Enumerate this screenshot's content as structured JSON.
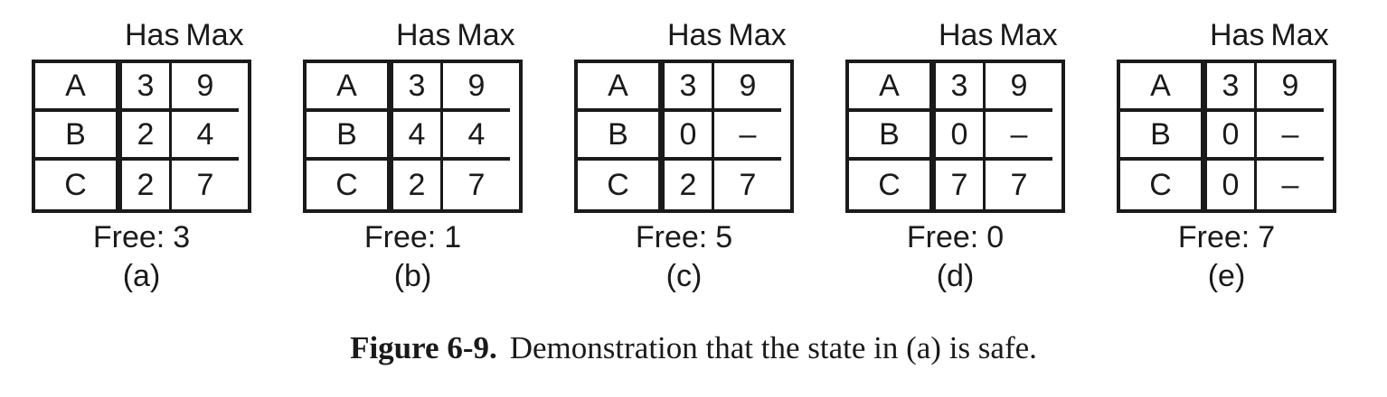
{
  "figure": {
    "headers": {
      "has": "Has",
      "max": "Max"
    },
    "free_label": "Free:",
    "panels": [
      {
        "label": "(a)",
        "free_value": "3",
        "rows": [
          {
            "name": "A",
            "has": "3",
            "max": "9"
          },
          {
            "name": "B",
            "has": "2",
            "max": "4"
          },
          {
            "name": "C",
            "has": "2",
            "max": "7"
          }
        ]
      },
      {
        "label": "(b)",
        "free_value": "1",
        "rows": [
          {
            "name": "A",
            "has": "3",
            "max": "9"
          },
          {
            "name": "B",
            "has": "4",
            "max": "4"
          },
          {
            "name": "C",
            "has": "2",
            "max": "7"
          }
        ]
      },
      {
        "label": "(c)",
        "free_value": "5",
        "rows": [
          {
            "name": "A",
            "has": "3",
            "max": "9"
          },
          {
            "name": "B",
            "has": "0",
            "max": "–"
          },
          {
            "name": "C",
            "has": "2",
            "max": "7"
          }
        ]
      },
      {
        "label": "(d)",
        "free_value": "0",
        "rows": [
          {
            "name": "A",
            "has": "3",
            "max": "9"
          },
          {
            "name": "B",
            "has": "0",
            "max": "–"
          },
          {
            "name": "C",
            "has": "7",
            "max": "7"
          }
        ]
      },
      {
        "label": "(e)",
        "free_value": "7",
        "rows": [
          {
            "name": "A",
            "has": "3",
            "max": "9"
          },
          {
            "name": "B",
            "has": "0",
            "max": "–"
          },
          {
            "name": "C",
            "has": "0",
            "max": "–"
          }
        ]
      }
    ],
    "caption": {
      "label": "Figure 6-9.",
      "text": "Demonstration that the state in (a) is safe."
    },
    "colors": {
      "ink": "#1a1a1a",
      "background": "#ffffff"
    }
  }
}
